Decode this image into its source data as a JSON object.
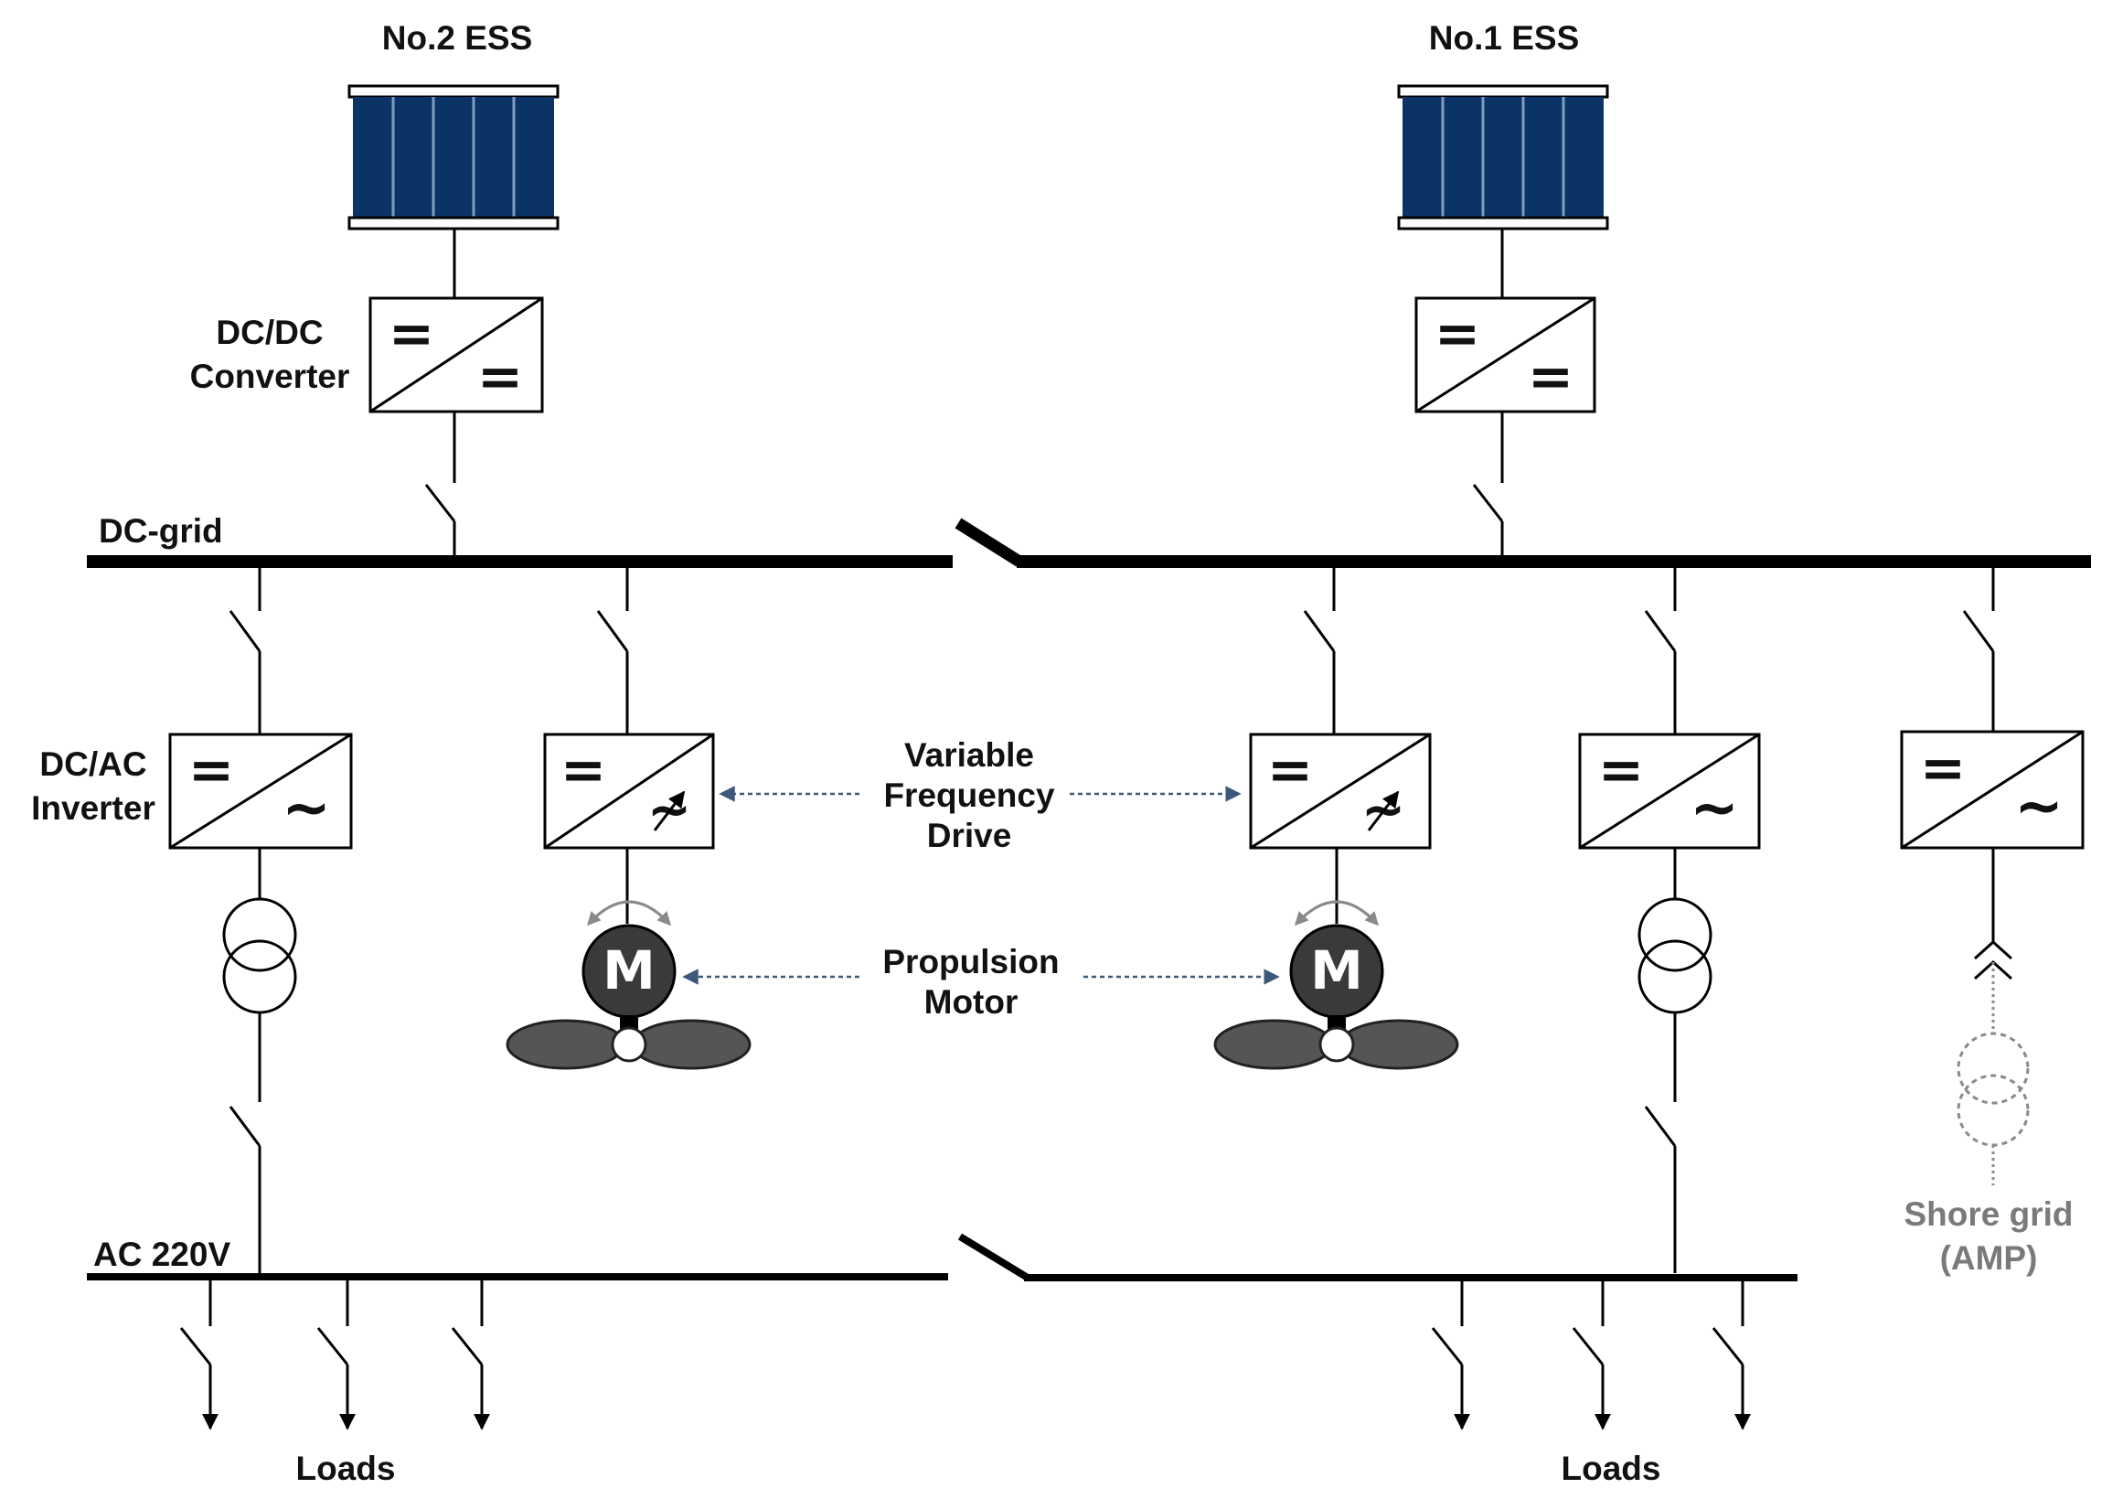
{
  "labels": {
    "ess2": "No.2  ESS",
    "ess1": "No.1  ESS",
    "dcdc_line1": "DC/DC",
    "dcdc_line2": "Converter",
    "dc_grid": "DC-grid",
    "dcac_line1": "DC/AC",
    "dcac_line2": "Inverter",
    "vfd_line1": "Variable",
    "vfd_line2": "Frequency",
    "vfd_line3": "Drive",
    "prop_line1": "Propulsion",
    "prop_line2": "Motor",
    "ac_bus": "AC 220V",
    "loads_left": "Loads",
    "loads_right": "Loads",
    "shore_line1": "Shore grid",
    "shore_line2": "(AMP)"
  },
  "symbols": {
    "dc": "=",
    "ac": "~",
    "motor": "M"
  },
  "colors": {
    "battery": "#0b3366",
    "bus": "#000000",
    "motor": "#3a3a3a",
    "propeller": "#555555",
    "arrow": "#3d5878",
    "shore": "#8a8a8a"
  }
}
